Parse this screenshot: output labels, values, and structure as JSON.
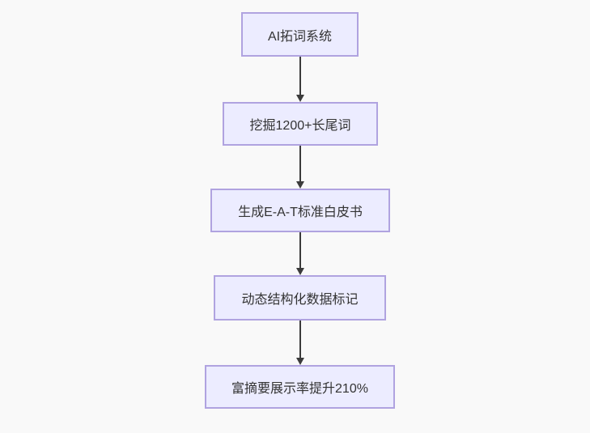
{
  "flowchart": {
    "nodes": [
      {
        "id": "n1",
        "label": "AI拓词系统"
      },
      {
        "id": "n2",
        "label": "挖掘1200+长尾词"
      },
      {
        "id": "n3",
        "label": "生成E-A-T标准白皮书"
      },
      {
        "id": "n4",
        "label": "动态结构化数据标记"
      },
      {
        "id": "n5",
        "label": "富摘要展示率提升210%"
      }
    ],
    "edges": [
      {
        "from": "n1",
        "to": "n2"
      },
      {
        "from": "n2",
        "to": "n3"
      },
      {
        "from": "n3",
        "to": "n4"
      },
      {
        "from": "n4",
        "to": "n5"
      }
    ],
    "colors": {
      "background": "#f9f9f9",
      "node_fill": "#ececff",
      "node_border": "#b0a3e0",
      "text": "#333333",
      "arrow": "#3b3b3b"
    }
  }
}
